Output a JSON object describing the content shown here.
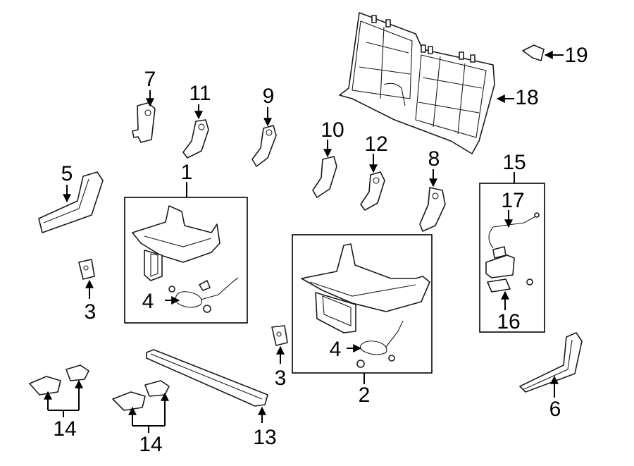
{
  "callouts": {
    "c1": "1",
    "c2": "2",
    "c3a": "3",
    "c3b": "3",
    "c4a": "4",
    "c4b": "4",
    "c5": "5",
    "c6": "6",
    "c7": "7",
    "c8": "8",
    "c9": "9",
    "c10": "10",
    "c11": "11",
    "c12": "12",
    "c13": "13",
    "c14a": "14",
    "c14b": "14",
    "c15": "15",
    "c16": "16",
    "c17": "17",
    "c18": "18",
    "c19": "19"
  },
  "colors": {
    "line": "#1a1a1a",
    "background": "#ffffff"
  }
}
